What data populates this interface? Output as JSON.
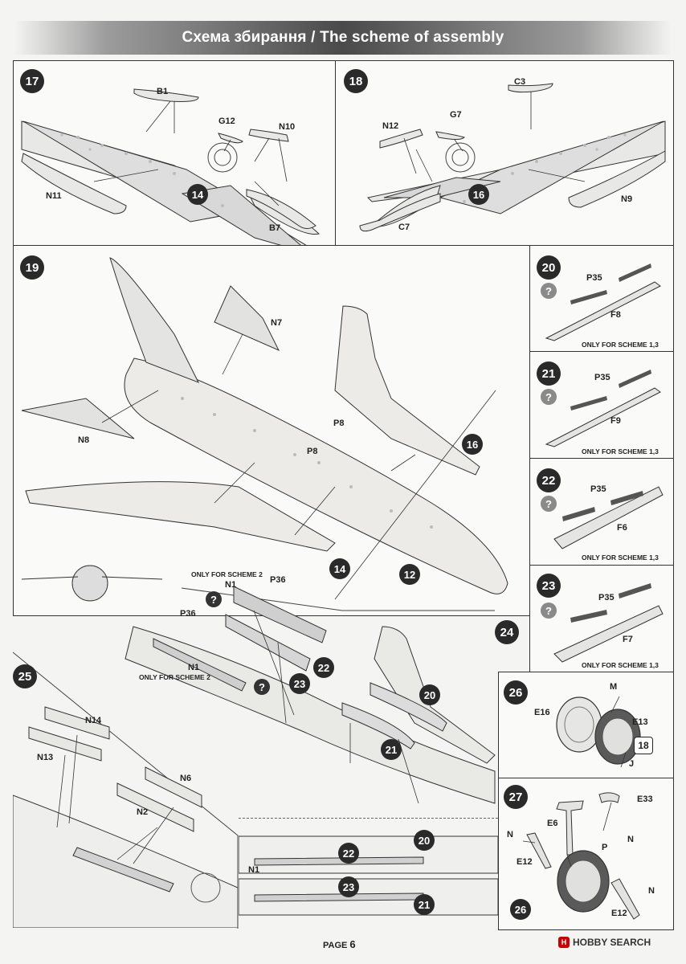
{
  "header": {
    "title": "Схема збирання / The scheme of assembly"
  },
  "steps": {
    "s17": {
      "num": "17",
      "parts": [
        "B1",
        "G12",
        "N10",
        "N11",
        "B7"
      ],
      "ref": "14"
    },
    "s18": {
      "num": "18",
      "parts": [
        "C3",
        "G7",
        "N12",
        "N9",
        "C7"
      ],
      "ref": "16"
    },
    "s19": {
      "num": "19",
      "parts": [
        "N7",
        "N8",
        "P8",
        "P8"
      ],
      "refs": [
        "16",
        "14",
        "12"
      ]
    },
    "s20": {
      "num": "20",
      "parts": [
        "P35",
        "F8"
      ],
      "note": "ONLY FOR SCHEME 1,3"
    },
    "s21": {
      "num": "21",
      "parts": [
        "P35",
        "F9"
      ],
      "note": "ONLY FOR SCHEME 1,3"
    },
    "s22": {
      "num": "22",
      "parts": [
        "P35",
        "F6"
      ],
      "note": "ONLY FOR SCHEME 1,3"
    },
    "s23": {
      "num": "23",
      "parts": [
        "P35",
        "F7"
      ],
      "note": "ONLY FOR SCHEME 1,3"
    },
    "s24": {
      "num": "24",
      "parts": [
        "N1",
        "P36",
        "P36",
        "N1"
      ],
      "notes": [
        "ONLY FOR SCHEME 2",
        "ONLY FOR SCHEME 2"
      ],
      "refs": [
        "22",
        "23",
        "20",
        "21"
      ]
    },
    "s25": {
      "num": "25",
      "parts": [
        "N14",
        "N13",
        "N6",
        "N2"
      ]
    },
    "s26": {
      "num": "26",
      "parts": [
        "M",
        "E16",
        "E13",
        "J"
      ],
      "ref": "18"
    },
    "s27": {
      "num": "27",
      "parts": [
        "E33",
        "E6",
        "N",
        "N",
        "P",
        "E12",
        "N",
        "E12"
      ],
      "ref": "26"
    },
    "detail": {
      "refs": [
        "22",
        "20",
        "23",
        "21"
      ],
      "part": "N1"
    }
  },
  "qmark": "?",
  "footer": {
    "page_label": "PAGE",
    "page_number": "6",
    "watermark": "HOBBY SEARCH",
    "watermark_logo": "H"
  }
}
